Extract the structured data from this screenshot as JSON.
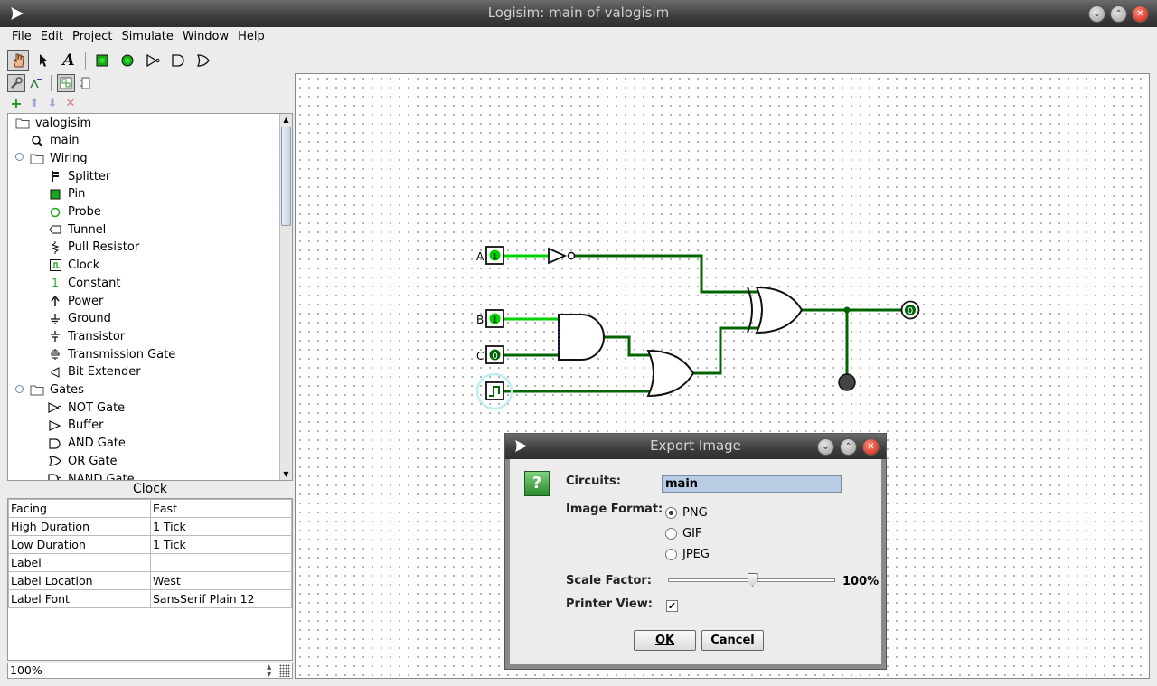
{
  "window": {
    "title": "Logisim: main of valogisim",
    "controls": {
      "minimize_icon": "chevron-down-icon",
      "maximize_icon": "chevron-up-icon",
      "close_icon": "close-icon"
    }
  },
  "menu": [
    "File",
    "Edit",
    "Project",
    "Simulate",
    "Window",
    "Help"
  ],
  "toolbar": {
    "tools": [
      "poke-tool",
      "select-tool",
      "text-tool",
      "input-pin-tool",
      "output-pin-tool",
      "not-gate-tool",
      "and-gate-tool",
      "or-gate-tool"
    ],
    "text_tool_glyph": "A"
  },
  "tree": {
    "items": [
      {
        "label": "valogisim",
        "icon": "folder-icon",
        "depth": 0
      },
      {
        "label": "main",
        "icon": "magnifier-icon",
        "depth": 1
      },
      {
        "label": "Wiring",
        "icon": "folder-icon",
        "depth": 1
      },
      {
        "label": "Splitter",
        "icon": "splitter-icon",
        "depth": 2
      },
      {
        "label": "Pin",
        "icon": "pin-icon",
        "depth": 2
      },
      {
        "label": "Probe",
        "icon": "probe-icon",
        "depth": 2
      },
      {
        "label": "Tunnel",
        "icon": "tunnel-icon",
        "depth": 2
      },
      {
        "label": "Pull Resistor",
        "icon": "resistor-icon",
        "depth": 2
      },
      {
        "label": "Clock",
        "icon": "clock-icon",
        "depth": 2
      },
      {
        "label": "Constant",
        "icon": "constant-icon",
        "depth": 2
      },
      {
        "label": "Power",
        "icon": "power-icon",
        "depth": 2
      },
      {
        "label": "Ground",
        "icon": "ground-icon",
        "depth": 2
      },
      {
        "label": "Transistor",
        "icon": "transistor-icon",
        "depth": 2
      },
      {
        "label": "Transmission Gate",
        "icon": "transmission-gate-icon",
        "depth": 2
      },
      {
        "label": "Bit Extender",
        "icon": "bit-extender-icon",
        "depth": 2
      },
      {
        "label": "Gates",
        "icon": "folder-icon",
        "depth": 1
      },
      {
        "label": "NOT Gate",
        "icon": "not-gate-icon",
        "depth": 2
      },
      {
        "label": "Buffer",
        "icon": "buffer-icon",
        "depth": 2
      },
      {
        "label": "AND Gate",
        "icon": "and-gate-icon",
        "depth": 2
      },
      {
        "label": "OR Gate",
        "icon": "or-gate-icon",
        "depth": 2
      },
      {
        "label": "NAND Gate",
        "icon": "nand-gate-icon",
        "depth": 2
      }
    ]
  },
  "props": {
    "title": "Clock",
    "rows": [
      {
        "key": "Facing",
        "value": "East"
      },
      {
        "key": "High Duration",
        "value": "1 Tick"
      },
      {
        "key": "Low Duration",
        "value": "1 Tick"
      },
      {
        "key": "Label",
        "value": ""
      },
      {
        "key": "Label Location",
        "value": "West"
      },
      {
        "key": "Label Font",
        "value": "SansSerif Plain 12"
      }
    ]
  },
  "zoom": "100%",
  "circuit": {
    "labels": {
      "a": "A",
      "b": "B",
      "c": "C"
    },
    "pin_values": {
      "a": "1",
      "b": "1",
      "c": "0",
      "out": "0"
    }
  },
  "dialog": {
    "title": "Export Image",
    "circuits_label": "Circuits:",
    "circuits_value": "main",
    "format_label": "Image Format:",
    "formats": [
      "PNG",
      "GIF",
      "JPEG"
    ],
    "selected_format": "PNG",
    "scale_label": "Scale Factor:",
    "scale_value": "100%",
    "scale_fraction": 0.5,
    "printer_label": "Printer View:",
    "printer_checked": true,
    "ok": "OK",
    "cancel": "Cancel"
  },
  "colors": {
    "wire_on": "#00d200",
    "wire_off": "#006400",
    "accent": "#b8cce4"
  }
}
